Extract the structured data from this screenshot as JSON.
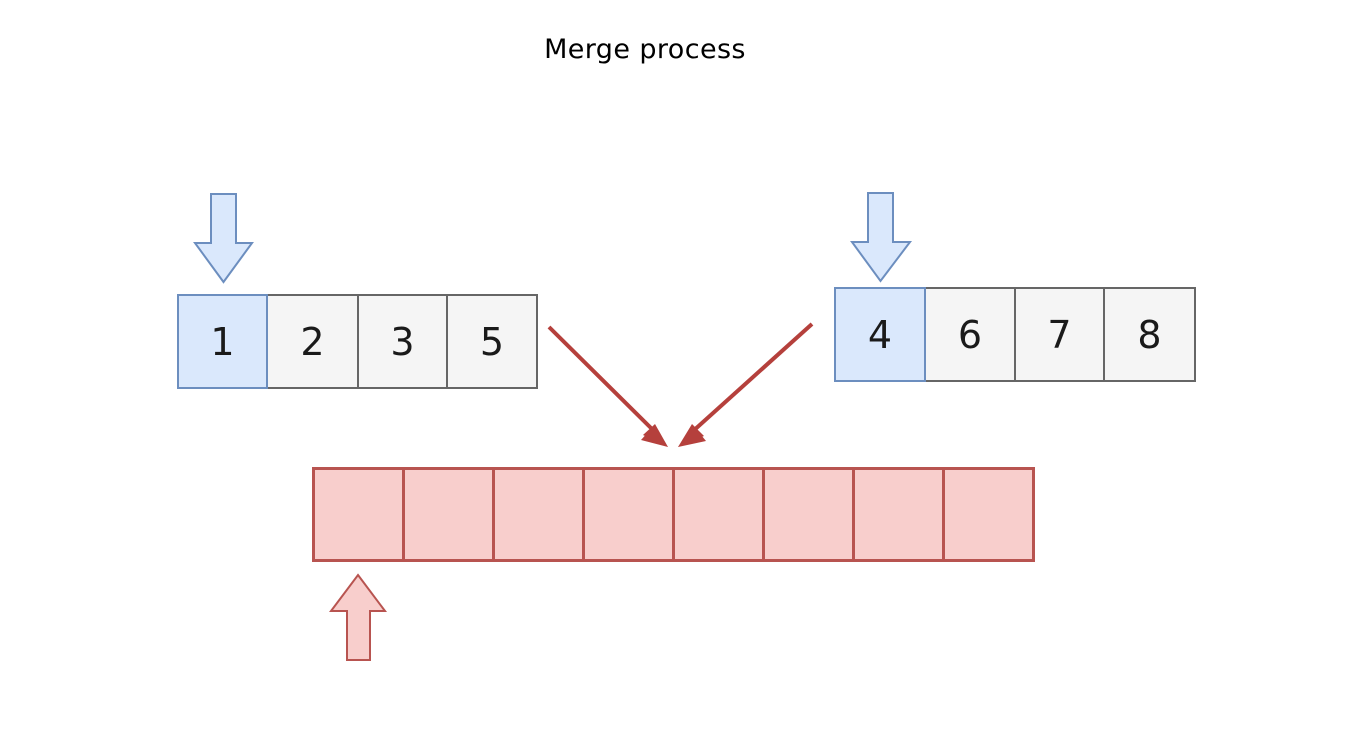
{
  "title": "Merge process",
  "colors": {
    "background": "#ffffff",
    "title_text": "#000000",
    "cell_text": "#1a1a1a",
    "input_cell_fill": "#f5f5f5",
    "input_cell_stroke": "#666666",
    "highlight_fill": "#dae8fc",
    "highlight_stroke": "#6c8ebf",
    "output_cell_fill": "#f8cecc",
    "output_cell_stroke": "#b85450",
    "arrow_red": "#b5403c",
    "blue_arrow_fill": "#dae8fc",
    "blue_arrow_stroke": "#6c8ebf",
    "pink_arrow_fill": "#f8cecc",
    "pink_arrow_stroke": "#b85450"
  },
  "left_array": {
    "label": "left-subarray",
    "values": [
      "1",
      "2",
      "3",
      "5"
    ],
    "highlighted_index": 0
  },
  "right_array": {
    "label": "right-subarray",
    "values": [
      "4",
      "6",
      "7",
      "8"
    ],
    "highlighted_index": 0
  },
  "output_array": {
    "label": "merged-output-array",
    "values": [
      "",
      "",
      "",
      "",
      "",
      "",
      "",
      ""
    ],
    "cell_count": 8,
    "write_position_index": 0
  },
  "pointers": {
    "left_pointer": "down-arrow-over-left-array-index-0",
    "right_pointer": "down-arrow-over-right-array-index-0",
    "output_pointer": "up-arrow-under-output-array-index-0"
  },
  "connectors": [
    {
      "name": "left-to-output",
      "from": "left-array-right-edge",
      "to": "output-array-top"
    },
    {
      "name": "right-to-output",
      "from": "right-array-left-edge",
      "to": "output-array-top"
    }
  ]
}
